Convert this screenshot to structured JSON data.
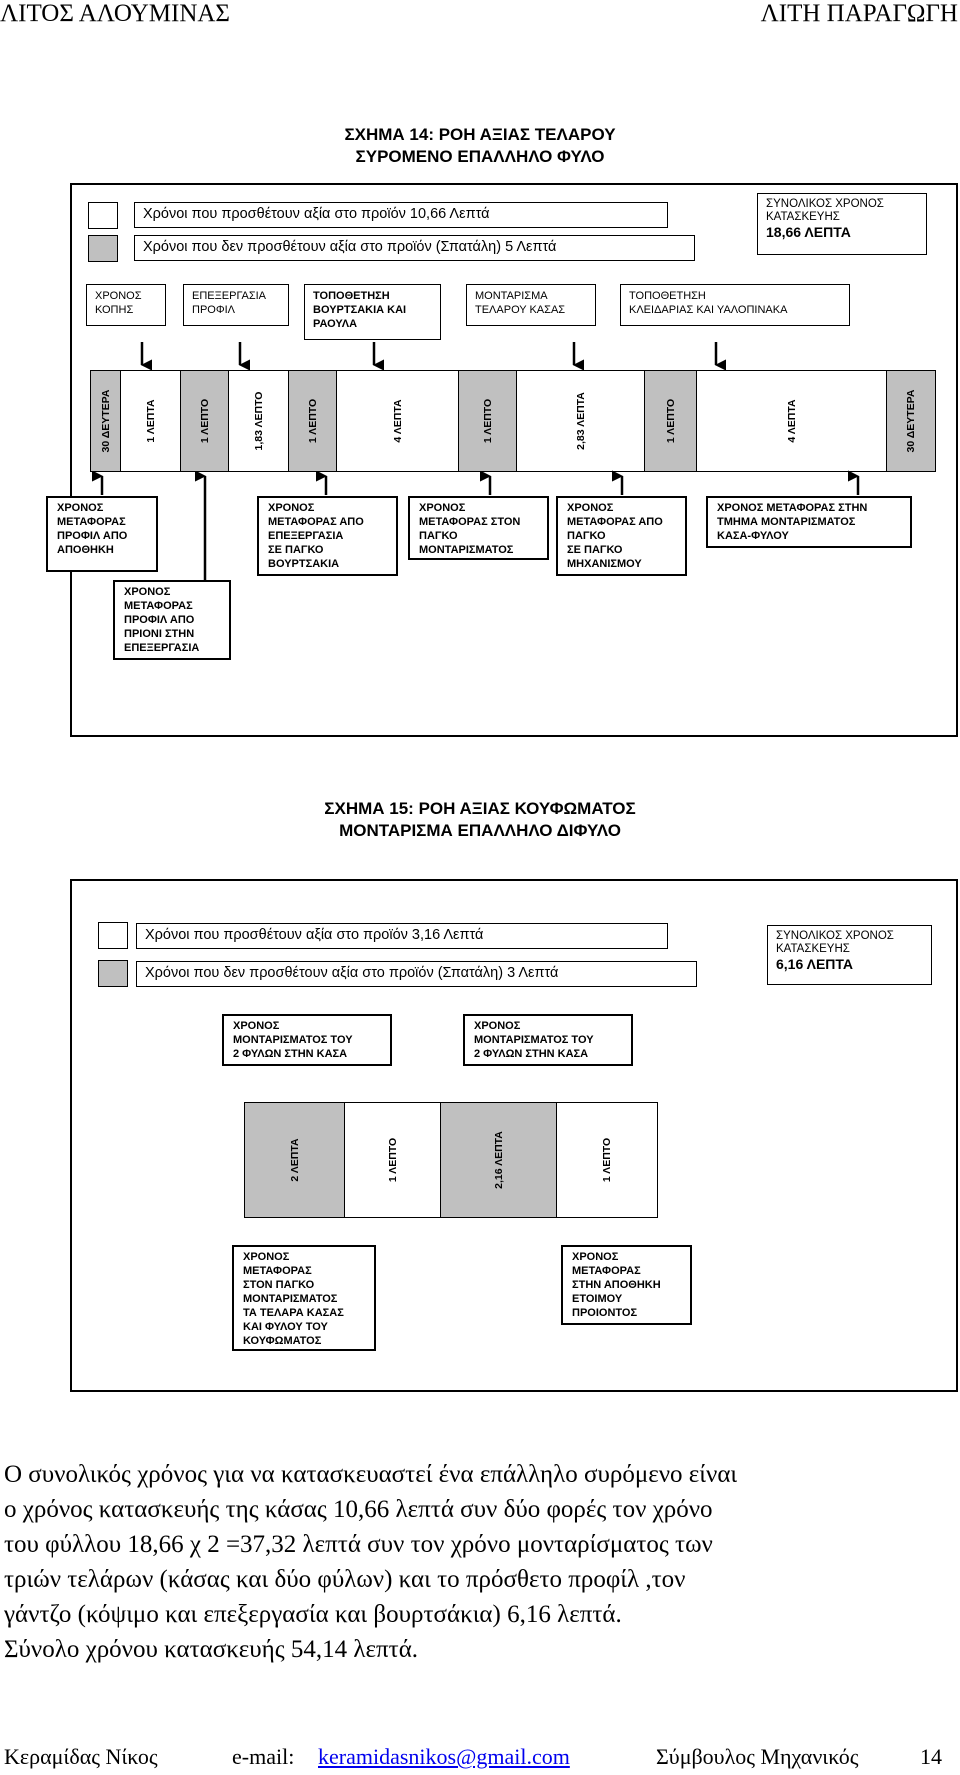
{
  "header": {
    "left": "ΛΙΤΟΣ ΑΛΟΥΜΙΝΑΣ",
    "right": "ΛΙΤΗ ΠΑΡΑΓΩΓΗ"
  },
  "figure14": {
    "title_line1": "ΣΧΗΜΑ 14: ΡΟΗ ΑΞΙΑΣ ΤΕΛΑΡΟΥ",
    "title_line2": "ΣΥΡΟΜΕΝΟ ΕΠΑΛΛΗΛΟ  ΦΥΛΟ",
    "legend_value": "Χρόνοι που προσθέτουν αξία στο προϊόν 10,66  Λεπτά",
    "legend_waste": "Χρόνοι που δεν προσθέτουν αξία στο προϊόν (Σπατάλη)  5  Λεπτά",
    "total_label": "ΣΥΝΟΛΙΚΟΣ ΧΡΟΝΟΣ ΚΑΤΑΣΚΕΥΗΣ",
    "total_value": "18,66 ΛΕΠΤΑ",
    "top_boxes": [
      "ΧΡΟΝΟΣ\nΚΟΠΗΣ",
      "ΕΠΕΞΕΡΓΑΣΙΑ\nΠΡΟΦΙΛ",
      "ΤΟΠΟΘΕΤΗΣΗ\nΒΟΥΡΤΣΑΚΙΑ ΚΑΙ\nΡΑΟΥΛΑ",
      "ΜΟΝΤΑΡΙΣΜΑ\nΤΕΛΑΡΟΥ ΚΑΣΑΣ",
      "ΤΟΠΟΘΕΤΗΣΗ\nΚΛΕΙΔΑΡΙΑΣ ΚΑΙ ΥΑΛΟΠΙΝΑΚΑ"
    ],
    "segments": [
      {
        "label": "30 ΔΕΥΤΕΡΑ",
        "waste": true
      },
      {
        "label": "1 ΛΕΠΤΑ",
        "waste": false
      },
      {
        "label": "1 ΛΕΠΤΟ",
        "waste": true
      },
      {
        "label": "1,83 ΛΕΠΤΟ",
        "waste": false
      },
      {
        "label": "1 ΛΕΠΤΟ",
        "waste": true
      },
      {
        "label": "4 ΛΕΠΤΑ",
        "waste": false
      },
      {
        "label": "1 ΛΕΠΤΟ",
        "waste": true
      },
      {
        "label": "2,83 ΛΕΠΤΑ",
        "waste": false
      },
      {
        "label": "1 ΛΕΠΤΟ",
        "waste": true
      },
      {
        "label": "4 ΛΕΠΤΑ",
        "waste": false
      },
      {
        "label": "30 ΔΕΥΤΕΡΑ",
        "waste": true
      }
    ],
    "bottom_boxes": [
      "ΧΡΟΝΟΣ\nΜΕΤΑΦΟΡΑΣ\nΠΡΟΦΙΛ ΑΠΟ\nΑΠΟΘΗΚΗ",
      "ΧΡΟΝΟΣ\nΜΕΤΑΦΟΡΑΣ\nΠΡΟΦΙΛ ΑΠΟ\nΠΡΙΟΝΙ ΣΤΗΝ\nΕΠΕΞΕΡΓΑΣΙΑ",
      "ΧΡΟΝΟΣ\nΜΕΤΑΦΟΡΑΣ ΑΠΟ\nΕΠΕΞΕΡΓΑΣΙΑ\nΣΕ ΠΑΓΚΟ\nΒΟΥΡΤΣΑΚΙΑ",
      "ΧΡΟΝΟΣ\nΜΕΤΑΦΟΡΑΣ ΣΤΟΝ\nΠΑΓΚΟ\nΜΟΝΤΑΡΙΣΜΑΤΟΣ",
      "ΧΡΟΝΟΣ\nΜΕΤΑΦΟΡΑΣ ΑΠΟ\nΠΑΓΚΟ\nΣΕ ΠΑΓΚΟ\nΜΗΧΑΝΙΣΜΟΥ",
      "ΧΡΟΝΟΣ ΜΕΤΑΦΟΡΑΣ  ΣΤΗΝ\nΤΜΗΜΑ ΜΟΝΤΑΡΙΣΜΑΤΟΣ\nΚΑΣΑ-ΦΥΛΟΥ"
    ]
  },
  "figure15": {
    "title_line1": "ΣΧΗΜΑ 15:  ΡΟΗ ΑΞΙΑΣ ΚΟΥΦΩΜΑΤΟΣ",
    "title_line2": "ΜΟΝΤΑΡΙΣΜΑ ΕΠΑΛΛΗΛΟ  ΔΙΦΥΛΟ",
    "legend_value": "Χρόνοι που προσθέτουν αξία στο προϊόν      3,16  Λεπτά",
    "legend_waste": "Χρόνοι που δεν προσθέτουν αξία στο προϊόν (Σπατάλη)  3 Λεπτά",
    "total_label": "ΣΥΝΟΛΙΚΟΣ ΧΡΟΝΟΣ ΚΑΤΑΣΚΕΥΗΣ",
    "total_value": "6,16 ΛΕΠΤΑ",
    "top_boxes": [
      "ΧΡΟΝΟΣ\nΜΟΝΤΑΡΙΣΜΑΤΟΣ ΤΟΥ\n2 ΦΥΛΩΝ ΣΤΗΝ ΚΑΣΑ",
      "ΧΡΟΝΟΣ\nΜΟΝΤΑΡΙΣΜΑΤΟΣ ΤΟΥ\n2 ΦΥΛΩΝ ΣΤΗΝ ΚΑΣΑ"
    ],
    "segments": [
      {
        "label": "2 ΛΕΠΤΑ",
        "waste": true
      },
      {
        "label": "1 ΛΕΠΤΟ",
        "waste": false
      },
      {
        "label": "2,16 ΛΕΠΤΑ",
        "waste": true
      },
      {
        "label": "1 ΛΕΠΤΟ",
        "waste": false
      }
    ],
    "bottom_boxes": [
      "ΧΡΟΝΟΣ\nΜΕΤΑΦΟΡΑΣ\nΣΤΟΝ ΠΑΓΚΟ\nΜΟΝΤΑΡΙΣΜΑΤΟΣ\nΤΑ ΤΕΛΑΡΑ ΚΑΣΑΣ\nΚΑΙ ΦΥΛΟΥ ΤΟΥ\nΚΟΥΦΩΜΑΤΟΣ",
      "ΧΡΟΝΟΣ\nΜΕΤΑΦΟΡΑΣ\nΣΤΗΝ ΑΠΟΘΗΚΗ\nΕΤΟΙΜΟΥ\nΠΡΟΙΟΝΤΟΣ"
    ]
  },
  "paragraph_lines": [
    "Ο συνολικός χρόνος για να κατασκευαστεί ένα επάλληλο συρόμενο είναι",
    "ο χρόνος κατασκευής της κάσας 10,66 λεπτά συν δύο φορές τον χρόνο",
    "του φύλλου 18,66 χ 2 =37,32 λεπτά συν τον χρόνο μονταρίσματος των",
    "τριών τελάρων (κάσας και δύο φύλων) και το πρόσθετο προφίλ ,τον",
    "γάντζο (κόψιμο και επεξεργασία και βουρτσάκια) 6,16 λεπτά.",
    "Σύνολο χρόνου κατασκευής 54,14 λεπτά."
  ],
  "footer": {
    "author": "Κεραμίδας Νίκος",
    "email_label": "e-mail:",
    "email": "keramidasnikos@gmail.com",
    "role": "Σύμβουλος Μηχανικός",
    "page": "14"
  }
}
